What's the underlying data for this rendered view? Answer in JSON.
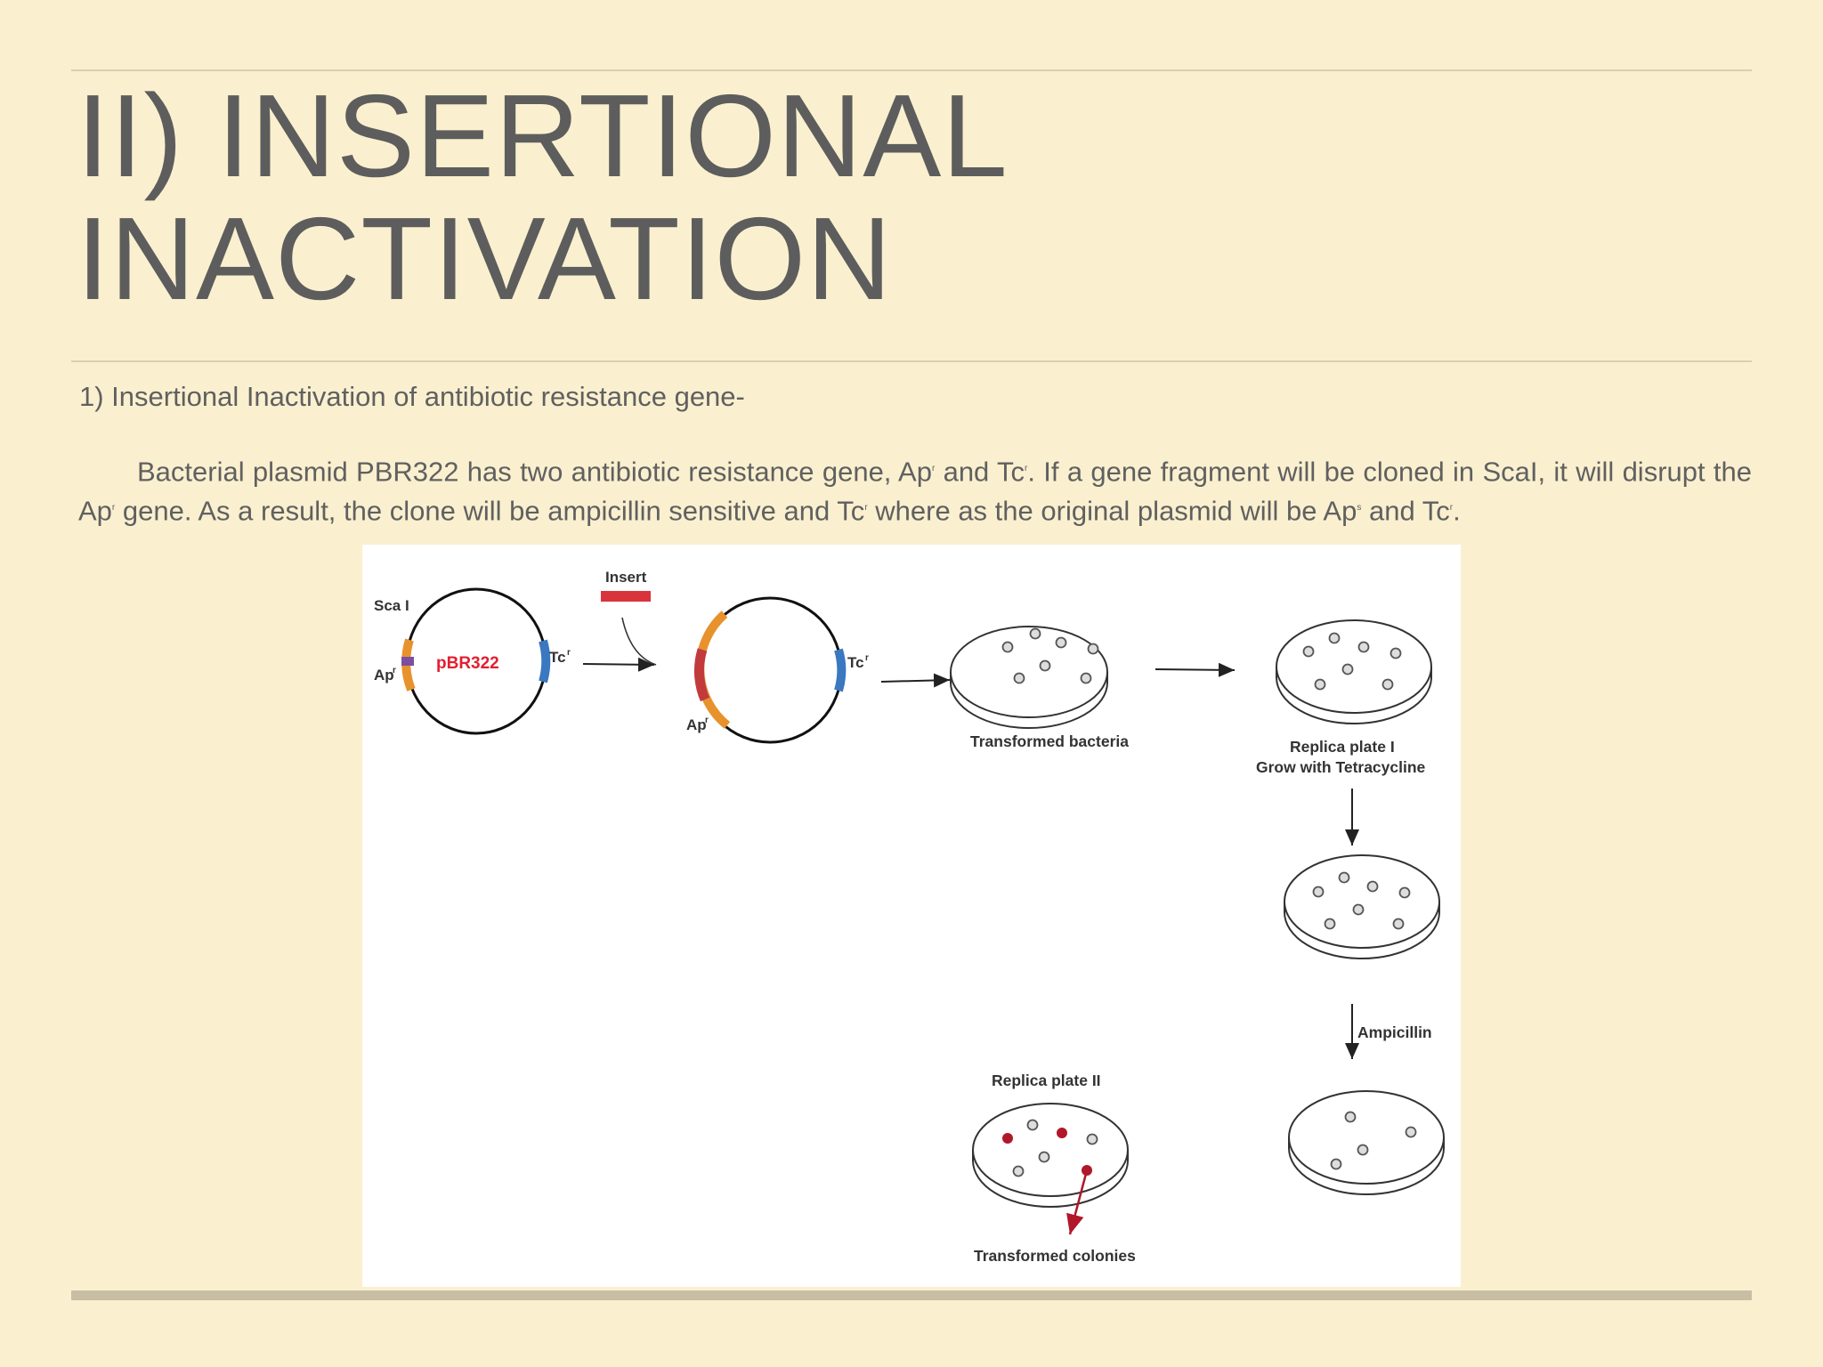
{
  "slide": {
    "title_line1": "II) INSERTIONAL",
    "title_line2": "INACTIVATION",
    "subheading": "1) Insertional Inactivation of antibiotic resistance gene-",
    "paragraph": {
      "p1": "Bacterial plasmid PBR322 has two antibiotic resistance gene,  Ap",
      "p2": " and  Tc",
      "p3": ".  If a gene fragment will be cloned in ScaI, it will disrupt the Ap",
      "p4": " gene.  As a result, the clone will be ampicillin sensitive and Tc",
      "p5": " where as the original plasmid will be Ap",
      "p6": " and Tc",
      "p7": ".",
      "sup_r": "r",
      "sup_s": "s"
    }
  },
  "figure": {
    "label_scal": "Sca I",
    "label_plasmid": "pBR322",
    "label_apr": "Ap",
    "label_tcr": "Tc",
    "label_superscript": "r",
    "label_insert": "Insert",
    "label_transformed_bacteria": "Transformed bacteria",
    "label_replica1_line1": "Replica plate I",
    "label_replica1_line2": "Grow with Tetracycline",
    "label_ampicillin": "Ampicillin",
    "label_replica2": "Replica plate II",
    "label_transformed_colonies": "Transformed colonies",
    "colors": {
      "ap_gene": "#e8922e",
      "tc_gene": "#3a78c0",
      "insert": "#d9343c",
      "plasmid_label": "#e02030",
      "colony_red": "#b0182a"
    }
  }
}
